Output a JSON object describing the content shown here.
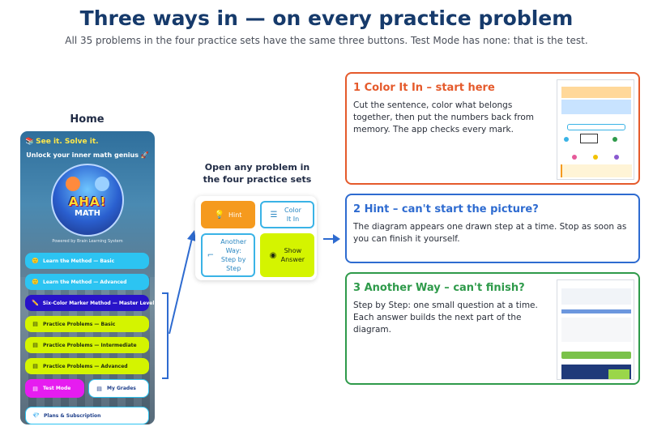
{
  "title": "Three ways in — on every practice problem",
  "subtitle": "All 35 problems in the four practice sets have the same three buttons. Test Mode has none: that is the test.",
  "home": {
    "label": "Home",
    "app_icon": "📚",
    "app_slogan": "See it. Solve it.",
    "tagline": "Unlock your inner math genius 🚀",
    "logo_title": "AHA!",
    "logo_sub": "MATH",
    "powered": "Powered by Brain Learning System",
    "menu": [
      {
        "label": "Learn the Method — Basic",
        "icon": "🙂"
      },
      {
        "label": "Learn the Method — Advanced",
        "icon": "🙂"
      },
      {
        "label": "Six-Color Marker Method — Master Level",
        "icon": "✏️"
      },
      {
        "label": "Practice Problems — Basic",
        "icon": "▤"
      },
      {
        "label": "Practice Problems — Intermediate",
        "icon": "▤"
      },
      {
        "label": "Practice Problems — Advanced",
        "icon": "▤"
      },
      {
        "label": "Test Mode",
        "icon": "▤"
      },
      {
        "label": "My Grades",
        "icon": "▤"
      },
      {
        "label": "Plans & Subscription",
        "icon": "💎"
      }
    ]
  },
  "open_label": "Open any problem in the four practice sets",
  "problem_buttons": {
    "hint": "Hint",
    "color_it_in": "Color It In",
    "another_way": "Another Way: Step by Step",
    "show_answer": "Show Answer"
  },
  "cards": [
    {
      "heading": "1  Color It In – start here",
      "body": "Cut the sentence, color what belongs together, then put the numbers back from memory. The app checks every mark.",
      "color": "#e55a2b"
    },
    {
      "heading": "2  Hint – can't start the picture?",
      "body": "The diagram appears one drawn step at a time. Stop as soon as you can finish it yourself.",
      "color": "#2e6bd0"
    },
    {
      "heading": "3  Another Way – can't finish?",
      "body": "Step by Step: one small question at a time. Each answer builds the next part of the diagram.",
      "color": "#2e9a4a"
    }
  ]
}
